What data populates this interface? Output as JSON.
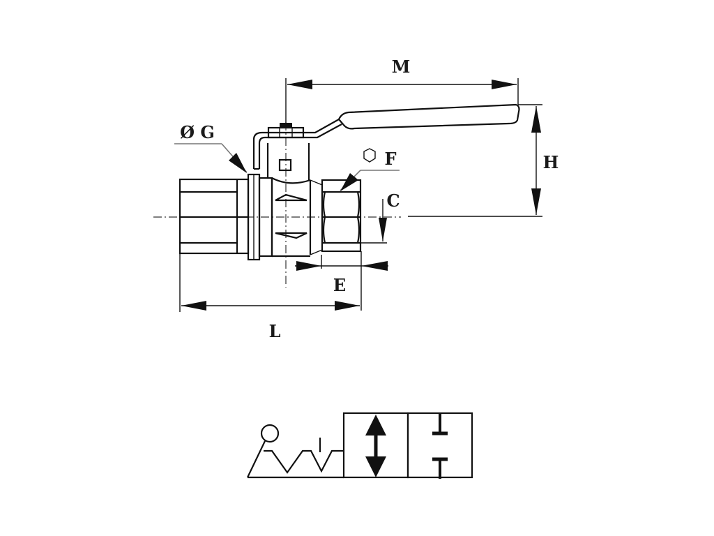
{
  "diagram": {
    "type": "technical-drawing",
    "subject": "ball valve with lever handle (female-female threaded) and ISO valve symbol",
    "dimension_labels": {
      "M": "M",
      "H": "H",
      "G": "Ø G",
      "F": "F",
      "C": "C",
      "E": "E",
      "L": "L"
    },
    "symbols": {
      "hex_symbol": "⬡",
      "diameter_symbol": "Ø"
    },
    "valve_symbol": {
      "actuator": "lever with detent",
      "positions": [
        "open (flow both directions)",
        "closed"
      ]
    },
    "colors": {
      "line": "#111111",
      "leader": "#777777",
      "background": "#ffffff"
    }
  }
}
